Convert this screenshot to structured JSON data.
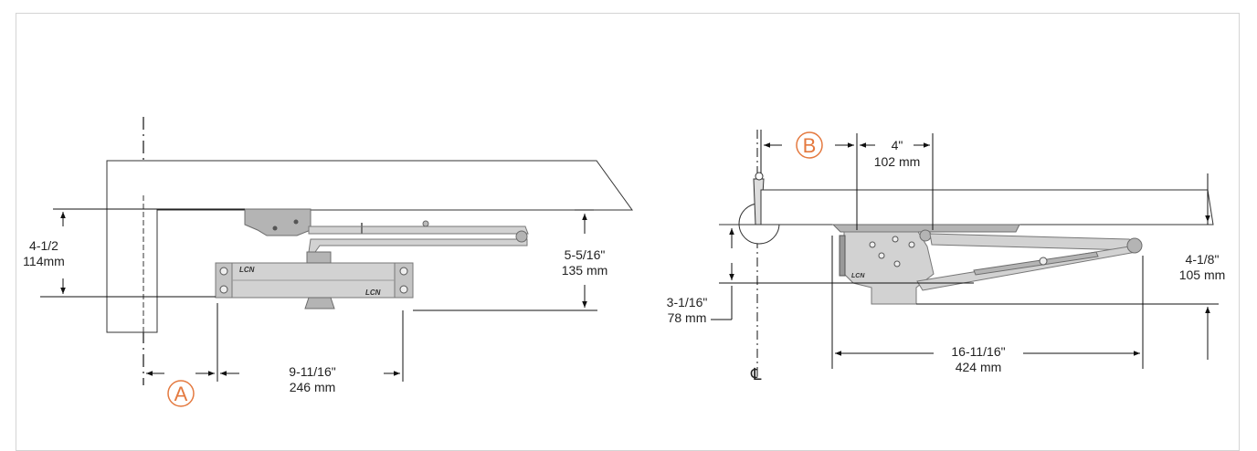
{
  "left_view": {
    "dim_height_in": "4-1/2",
    "dim_height_mm": "114mm",
    "dim_projection_in": "5-5/16\"",
    "dim_projection_mm": "135 mm",
    "dim_length_in": "9-11/16\"",
    "dim_length_mm": "246 mm",
    "callout": "A",
    "logo_text": "LCN"
  },
  "right_view": {
    "dim_offset_in": "4\"",
    "dim_offset_mm": "102 mm",
    "dim_drop_in": "3-1/16\"",
    "dim_drop_mm": "78 mm",
    "dim_height_in": "4-1/8\"",
    "dim_height_mm": "105 mm",
    "dim_length_in": "16-11/16\"",
    "dim_length_mm": "424 mm",
    "callout": "B",
    "centerline_symbol": "℄",
    "logo_text": "LCN"
  },
  "colors": {
    "callout": "#e4793f",
    "part_fill": "#d2d2d2",
    "line": "#111111",
    "frame_border": "#d4d4d4"
  }
}
